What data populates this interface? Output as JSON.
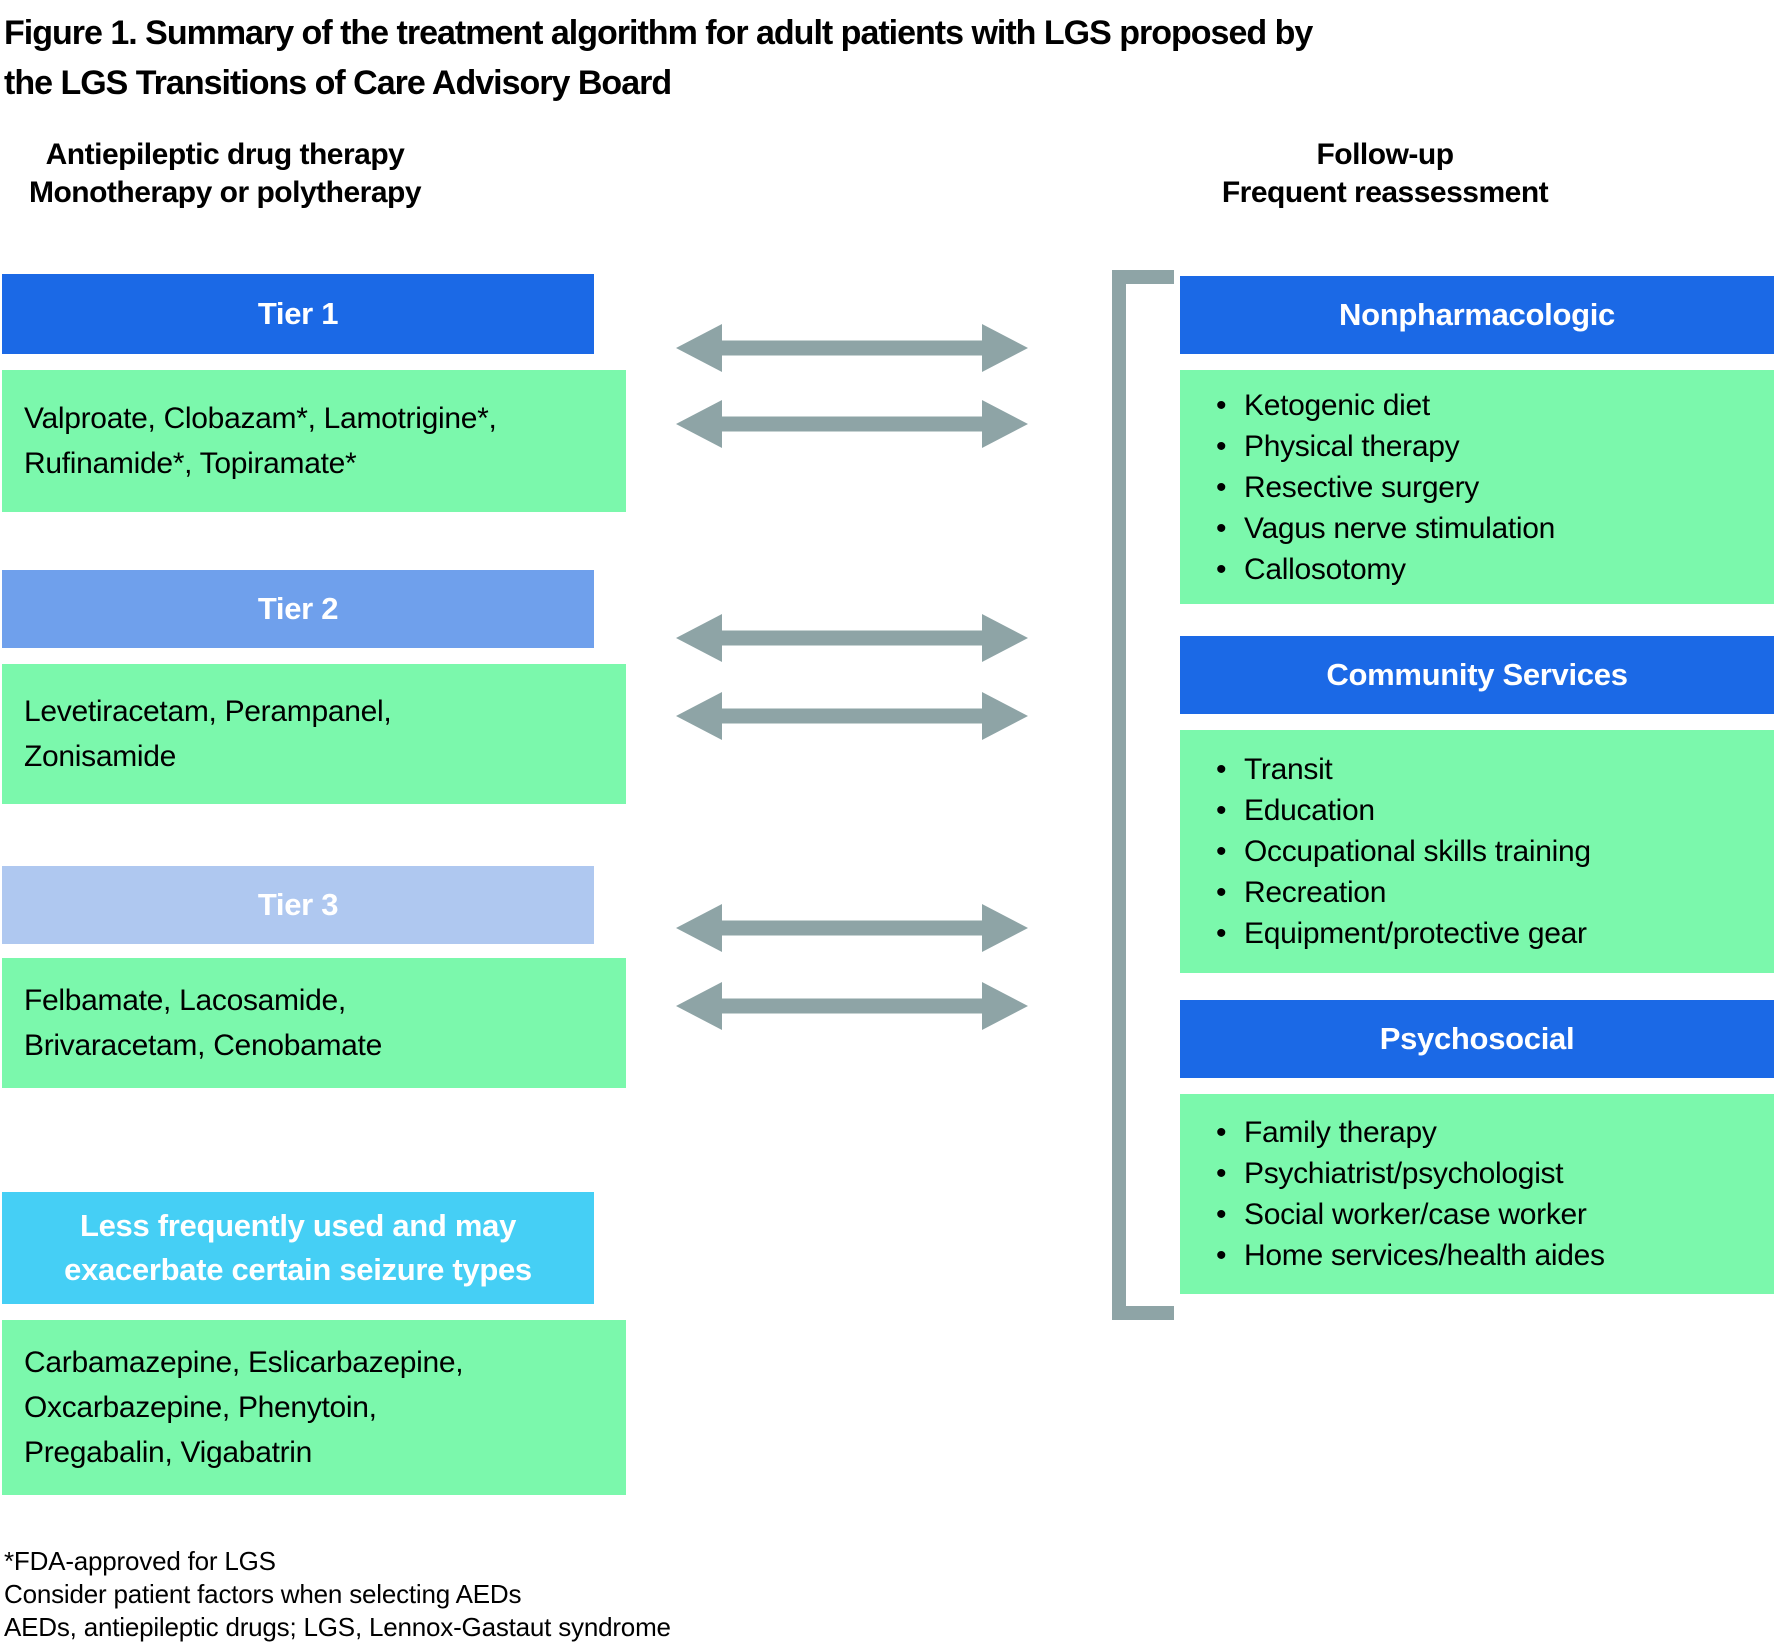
{
  "palette": {
    "tier1_blue": "#1B69E6",
    "tier2_blue": "#6FA0EC",
    "tier3_blue": "#AFC8F0",
    "caution_cyan": "#45CFF5",
    "content_green": "#7BF8AC",
    "arrow_gray": "#8EA4A6",
    "header_text": "#FFFFFF",
    "body_text": "#000000"
  },
  "title": {
    "line1": "Figure 1. Summary of the treatment algorithm for adult patients with LGS proposed by",
    "line2": "the LGS Transitions of Care Advisory Board"
  },
  "left_column": {
    "header_line1": "Antiepileptic drug therapy",
    "header_line2": "Monotherapy or polytherapy",
    "tier1": {
      "label": "Tier 1",
      "drug_lines": [
        "Valproate, Clobazam*, Lamotrigine*,",
        "Rufinamide*, Topiramate*"
      ]
    },
    "tier2": {
      "label": "Tier 2",
      "drug_lines": [
        "Levetiracetam, Perampanel,",
        "Zonisamide"
      ]
    },
    "tier3": {
      "label": "Tier 3",
      "drug_lines": [
        "Felbamate, Lacosamide,",
        "Brivaracetam, Cenobamate"
      ]
    },
    "other": {
      "label_line1": "Less frequently used and may",
      "label_line2": "exacerbate certain seizure types",
      "drug_lines": [
        "Carbamazepine, Eslicarbazepine,",
        "Oxcarbazepine, Phenytoin,",
        "Pregabalin, Vigabatrin"
      ]
    }
  },
  "right_column": {
    "header_line1": "Follow-up",
    "header_line2": "Frequent reassessment",
    "sections": [
      {
        "label": "Nonpharmacologic",
        "items": [
          "Ketogenic diet",
          "Physical therapy",
          "Resective surgery",
          "Vagus nerve stimulation",
          "Callosotomy"
        ]
      },
      {
        "label": "Community Services",
        "items": [
          "Transit",
          "Education",
          "Occupational skills training",
          "Recreation",
          "Equipment/protective gear"
        ]
      },
      {
        "label": "Psychosocial",
        "items": [
          "Family therapy",
          "Psychiatrist/psychologist",
          "Social worker/case worker",
          "Home services/health aides"
        ]
      }
    ]
  },
  "connectors": {
    "arrow_icon": "double-headed-arrow",
    "bracket_icon": "right-group-bracket",
    "arrow_count": 6
  },
  "footnotes": [
    "*FDA-approved for LGS",
    "Consider patient factors when selecting AEDs",
    "AEDs, antiepileptic drugs; LGS, Lennox-Gastaut syndrome"
  ]
}
